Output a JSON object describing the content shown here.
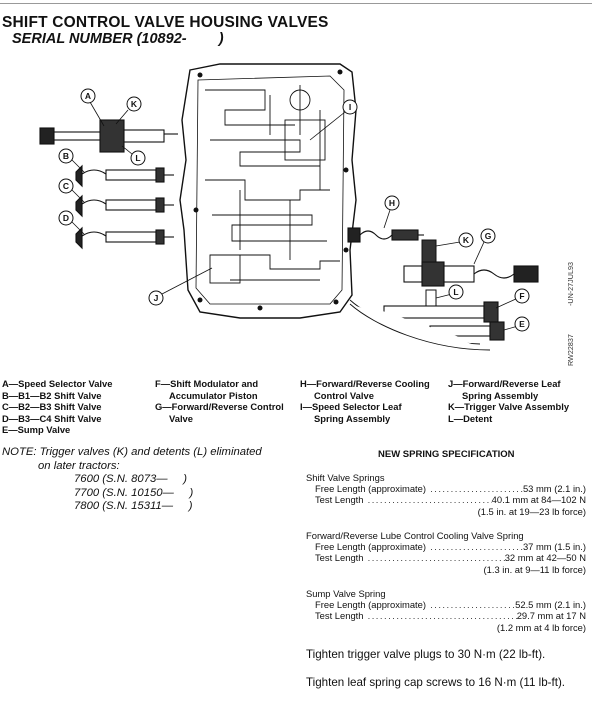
{
  "header": {
    "title": "SHIFT CONTROL VALVE HOUSING VALVES",
    "subtitle": "SERIAL NUMBER (10892-        )"
  },
  "figure": {
    "callouts": [
      "A",
      "K",
      "L",
      "B",
      "C",
      "D",
      "I",
      "H",
      "K",
      "G",
      "L",
      "F",
      "E",
      "J"
    ],
    "side_code_1": "-UN-27JUL93",
    "side_code_2": "RW22837"
  },
  "legend": {
    "col1": [
      "A—Speed Selector Valve",
      "B—B1—B2 Shift Valve",
      "C—B2—B3 Shift Valve",
      "D—B3—C4 Shift Valve",
      "E—Sump Valve"
    ],
    "col2": [
      "F—Shift Modulator and",
      "Accumulator Piston",
      "G—Forward/Reverse Control",
      "Valve"
    ],
    "col3": [
      "H—Forward/Reverse Cooling",
      "Control Valve",
      "I—Speed Selector Leaf",
      "Spring Assembly"
    ],
    "col4": [
      "J—Forward/Reverse Leaf",
      "Spring Assembly",
      "K—Trigger Valve Assembly",
      "L—Detent"
    ]
  },
  "note": {
    "line1": "NOTE: Trigger valves (K) and detents (L) eliminated",
    "line2": "on later tractors:",
    "sn": [
      "7600 (S.N. 8073—     )",
      "7700 (S.N. 10150—     )",
      "7800 (S.N. 15311—     )"
    ]
  },
  "spec": {
    "title": "NEW SPRING SPECIFICATION",
    "groups": [
      {
        "name": "Shift Valve Springs",
        "free_label": "Free Length (approximate)",
        "free_value": "53 mm (2.1 in.)",
        "test_label": "Test Length",
        "test_value": "40.1 mm at 84—102 N",
        "test_sub": "(1.5 in. at 19—23 lb force)"
      },
      {
        "name": "Forward/Reverse Lube Control Cooling Valve Spring",
        "free_label": "Free Length (approximate)",
        "free_value": "37 mm (1.5 in.)",
        "test_label": "Test Length",
        "test_value": "32 mm at 42—50 N",
        "test_sub": "(1.3 in. at 9—11 lb force)"
      },
      {
        "name": "Sump Valve Spring",
        "free_label": "Free Length (approximate)",
        "free_value": "52.5 mm (2.1 in.)",
        "test_label": "Test Length",
        "test_value": "29.7 mm at 17 N",
        "test_sub": "(1.2 mm at 4 lb force)"
      }
    ],
    "tighten1": "Tighten trigger valve plugs to 30 N·m (22 lb-ft).",
    "tighten2": "Tighten leaf spring cap screws to 16 N·m (11 lb-ft)."
  }
}
